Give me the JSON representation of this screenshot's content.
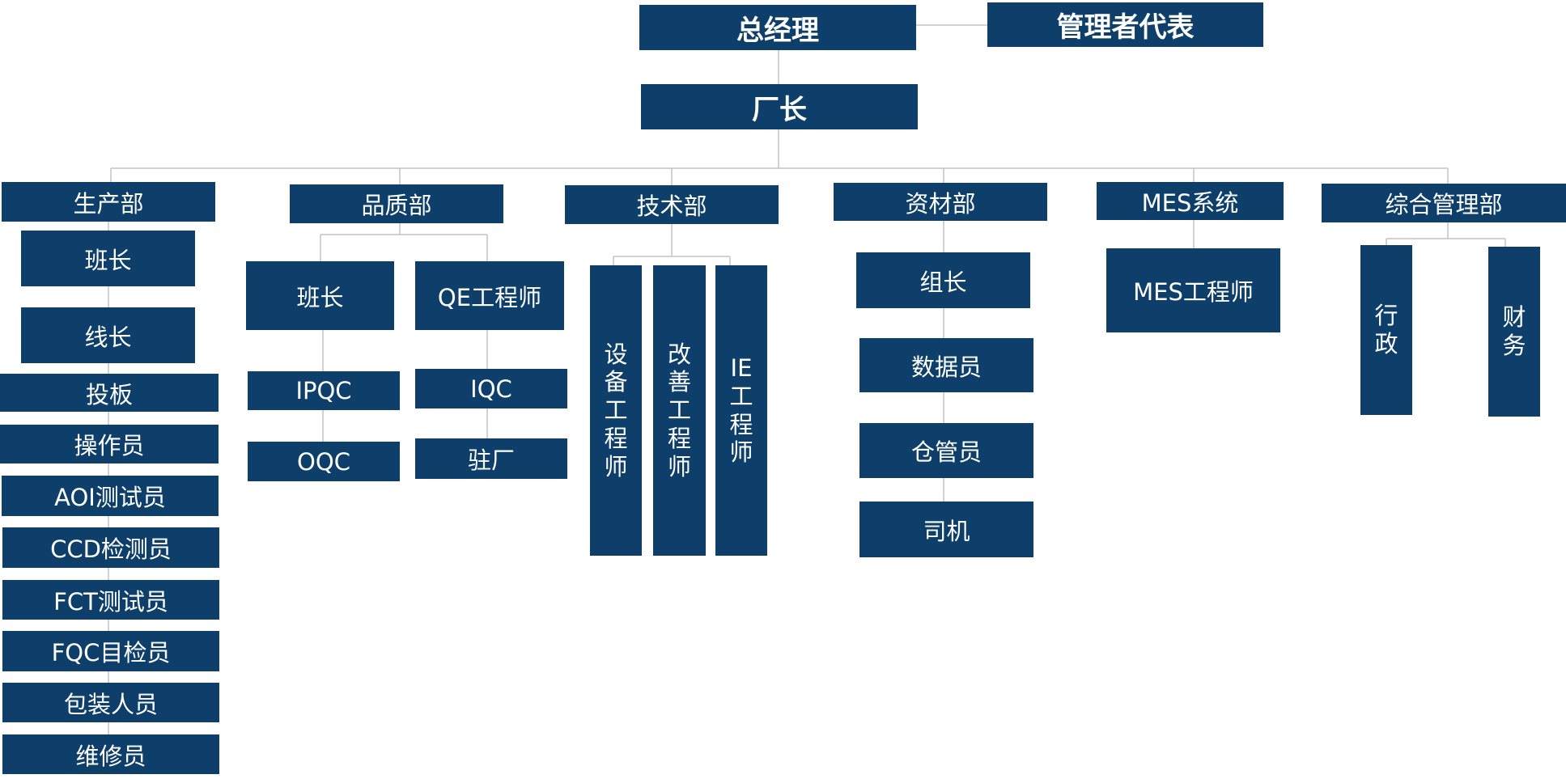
{
  "org": {
    "ceo": "总经理",
    "mgmt_rep": "管理者代表",
    "plant_mgr": "厂长"
  },
  "departments": {
    "production": {
      "label": "生产部",
      "roles": [
        "班长",
        "线长",
        "投板",
        "操作员",
        "AOI测试员",
        "CCD检测员",
        "FCT测试员",
        "FQC目检员",
        "包装人员",
        "维修员"
      ]
    },
    "quality": {
      "label": "品质部",
      "lead": "班长",
      "engineer": "QE工程师",
      "left_roles": [
        "IPQC",
        "OQC"
      ],
      "right_roles": [
        "IQC",
        "驻厂"
      ]
    },
    "technical": {
      "label": "技术部",
      "roles": [
        "设备工程师",
        "改善工程师",
        "IE工程师"
      ]
    },
    "materials": {
      "label": "资材部",
      "roles": [
        "组长",
        "数据员",
        "仓管员",
        "司机"
      ]
    },
    "mes": {
      "label": "MES系统",
      "roles": [
        "MES工程师"
      ]
    },
    "admin": {
      "label": "综合管理部",
      "roles": [
        "行政",
        "财务"
      ]
    }
  },
  "colors": {
    "box_fill": "#0e3f6b",
    "text": "#ffffff",
    "connector": "#c4c4c4"
  }
}
